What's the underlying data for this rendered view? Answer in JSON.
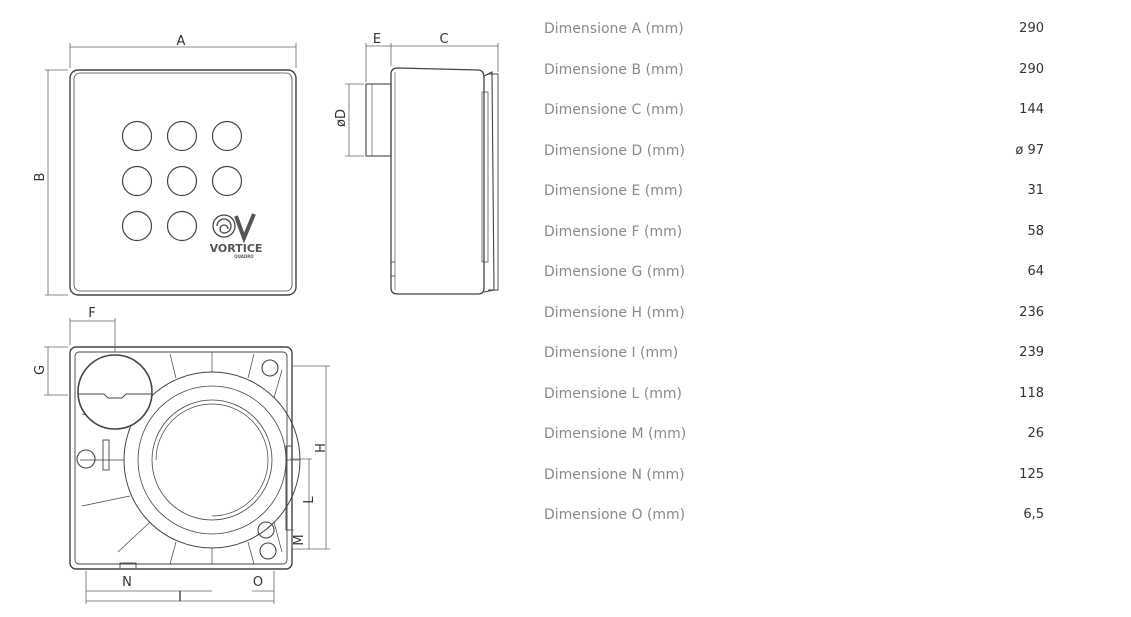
{
  "drawing": {
    "labels": {
      "A": "A",
      "B": "B",
      "C": "C",
      "D": "øD",
      "E": "E",
      "F": "F",
      "G": "G",
      "H": "H",
      "I": "I",
      "L": "L",
      "M": "M",
      "N": "N",
      "O": "O"
    },
    "brand": "VORTICE",
    "brand_sub": "QUADRO",
    "icons": [
      "front-view-icon",
      "side-view-icon",
      "back-view-icon",
      "vortice-logo-icon"
    ]
  },
  "specs": [
    {
      "name": "Dimensione A (mm)",
      "value": "290"
    },
    {
      "name": "Dimensione B (mm)",
      "value": "290"
    },
    {
      "name": "Dimensione C (mm)",
      "value": "144"
    },
    {
      "name": "Dimensione D (mm)",
      "value": "ø 97"
    },
    {
      "name": "Dimensione E (mm)",
      "value": "31"
    },
    {
      "name": "Dimensione F (mm)",
      "value": "58"
    },
    {
      "name": "Dimensione G (mm)",
      "value": "64"
    },
    {
      "name": "Dimensione H (mm)",
      "value": "236"
    },
    {
      "name": "Dimensione I (mm)",
      "value": "239"
    },
    {
      "name": "Dimensione L (mm)",
      "value": "118"
    },
    {
      "name": "Dimensione M (mm)",
      "value": "26"
    },
    {
      "name": "Dimensione N (mm)",
      "value": "125"
    },
    {
      "name": "Dimensione O (mm)",
      "value": "6,5"
    }
  ]
}
